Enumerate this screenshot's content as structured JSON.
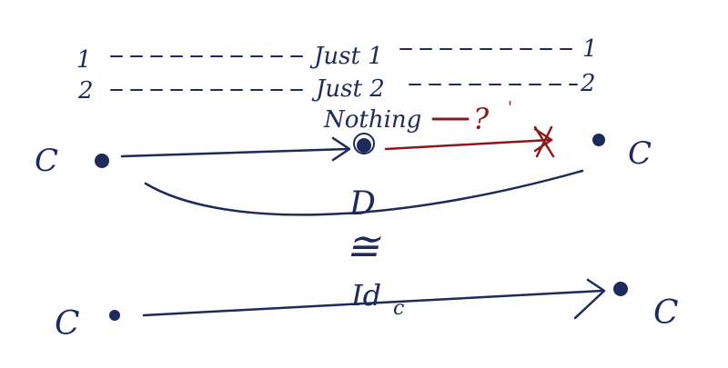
{
  "labels": {
    "row1_left": "1",
    "row1_middle": "Just 1",
    "row1_right": "1",
    "row2_left": "2",
    "row2_middle": "Just 2",
    "row2_right": "2",
    "nothing": "Nothing",
    "question": "?",
    "question_tick": "'",
    "top_left_object": "C",
    "top_right_object": "C",
    "functor": "D",
    "iso_mark": "≅",
    "bottom_left_object": "C",
    "bottom_right_object": "C",
    "identity_main": "Id",
    "identity_sub": "c"
  },
  "colors": {
    "ink": "#1c2a5c",
    "accent": "#8a1a1a"
  }
}
